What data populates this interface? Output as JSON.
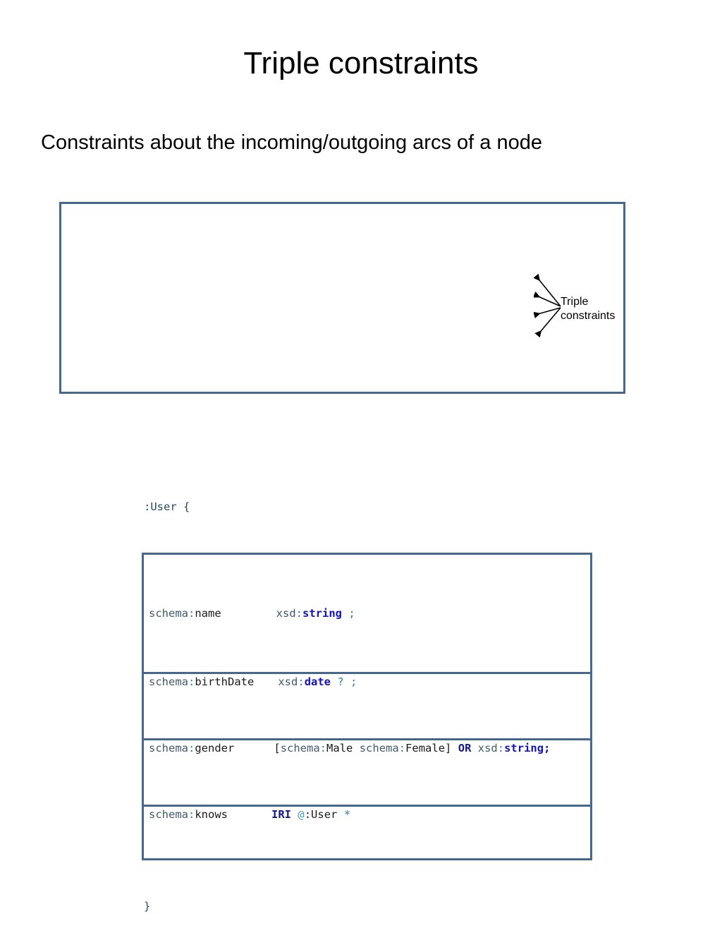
{
  "slide": {
    "title": "Triple constraints",
    "subtitle": "Constraints about the incoming/outgoing arcs of a node"
  },
  "diagram": {
    "code": {
      "open_line": ":User {",
      "close_line": "}",
      "rows": [
        {
          "predicate_prefix": "schema",
          "predicate_colon": ":",
          "predicate_local": "name",
          "value_prefix": "xsd",
          "value_colon": ":",
          "value_type": "string",
          "cardinality": "",
          "terminator": ";"
        },
        {
          "predicate_prefix": "schema",
          "predicate_colon": ":",
          "predicate_local": "birthDate",
          "value_prefix": "xsd",
          "value_colon": ":",
          "value_type": "date",
          "cardinality": "?",
          "terminator": ";"
        },
        {
          "predicate_prefix": "schema",
          "predicate_colon": ":",
          "predicate_local": "gender",
          "open_bracket": "[",
          "value_set_a_prefix": "schema",
          "value_set_a_colon": ":",
          "value_set_a_local": "Male",
          "value_set_b_prefix": "schema",
          "value_set_b_colon": ":",
          "value_set_b_local": "Female",
          "close_bracket": "]",
          "operator": "OR",
          "value_prefix": "xsd",
          "value_colon": ":",
          "value_type": "string",
          "terminator": ";"
        },
        {
          "predicate_prefix": "schema",
          "predicate_colon": ":",
          "predicate_local": "knows",
          "keyword": "IRI",
          "at_sign": "@",
          "shape_ref": ":User",
          "cardinality": "*"
        }
      ]
    },
    "annotation": {
      "line1": "Triple",
      "line2": "constraints"
    }
  },
  "colors": {
    "frame_border": "#45688e",
    "box_border": "#45688e",
    "prefix": "#3f5b6c",
    "colon": "#2a7fa6",
    "type_keyword": "#1313c4",
    "reserved_keyword": "#121a8c",
    "punctuation": "#2a7fa6",
    "at_sign": "#4d9ec4",
    "text": "#000000",
    "background": "#ffffff"
  }
}
